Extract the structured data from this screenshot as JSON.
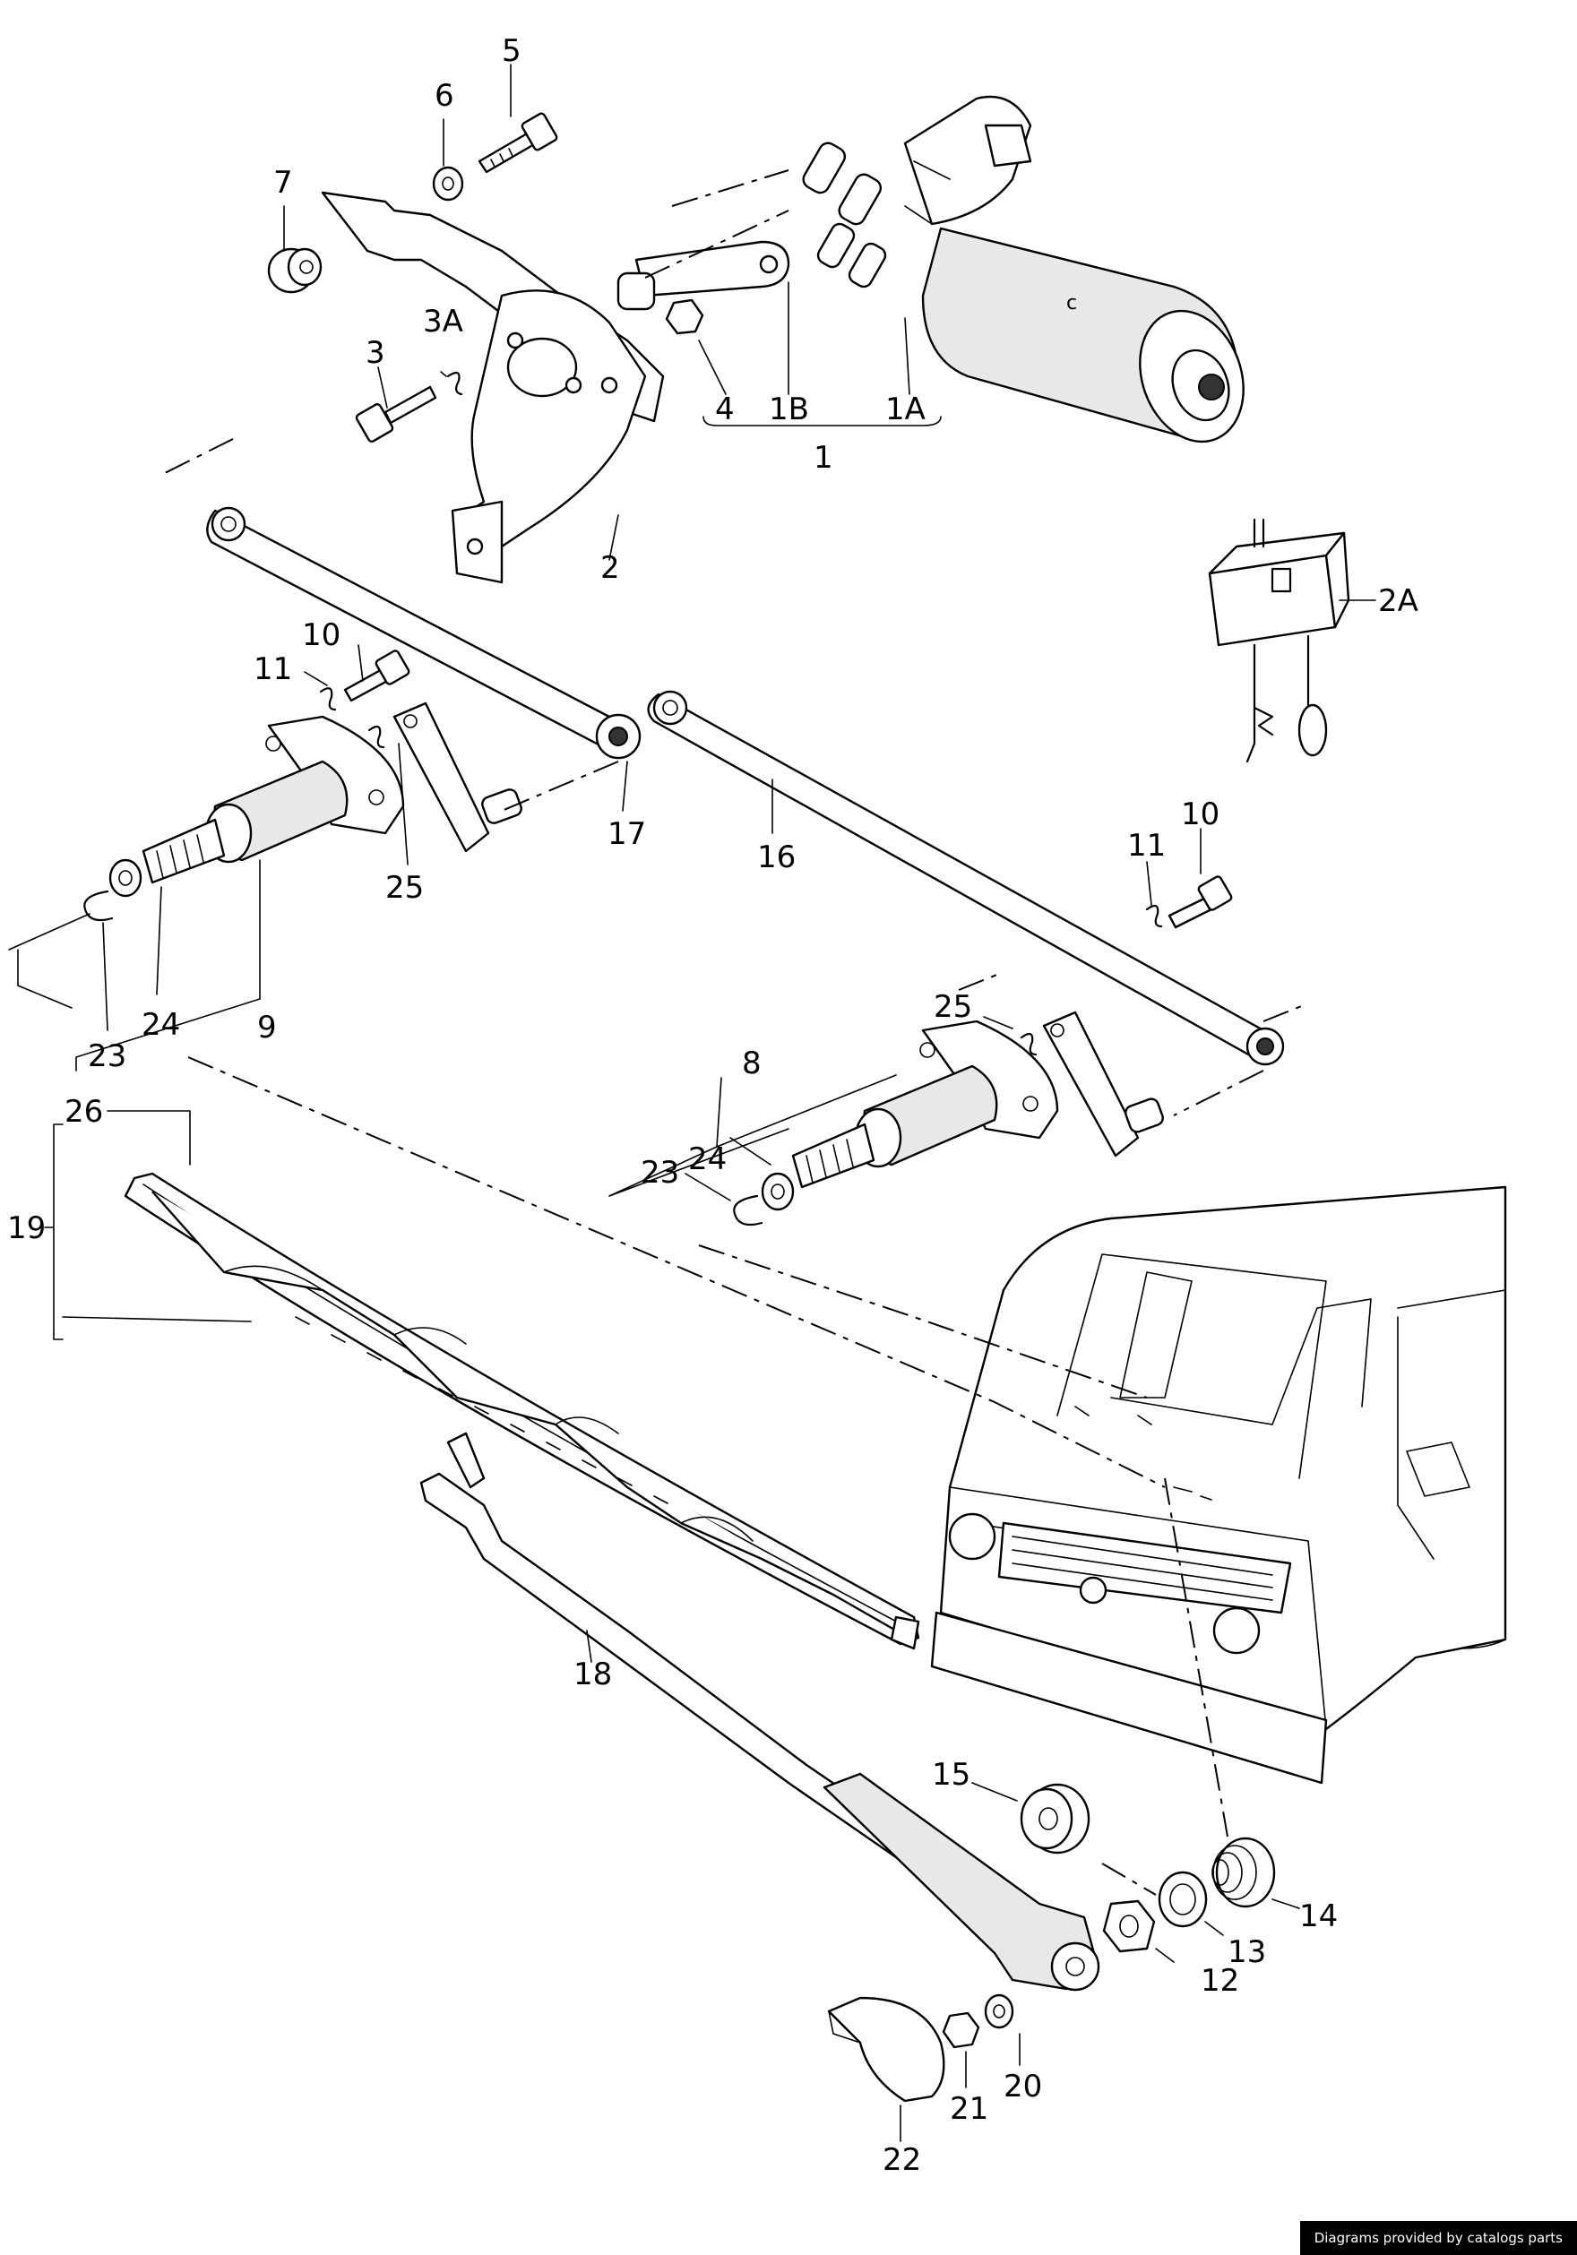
{
  "callouts": [
    {
      "id": "5",
      "text": "5"
    },
    {
      "id": "6",
      "text": "6"
    },
    {
      "id": "7",
      "text": "7"
    },
    {
      "id": "3A",
      "text": "3A"
    },
    {
      "id": "3",
      "text": "3"
    },
    {
      "id": "4",
      "text": "4"
    },
    {
      "id": "1B",
      "text": "1B"
    },
    {
      "id": "1A",
      "text": "1A"
    },
    {
      "id": "1",
      "text": "1"
    },
    {
      "id": "2",
      "text": "2"
    },
    {
      "id": "2A",
      "text": "2A"
    },
    {
      "id": "10a",
      "text": "10"
    },
    {
      "id": "11a",
      "text": "11"
    },
    {
      "id": "17",
      "text": "17"
    },
    {
      "id": "16",
      "text": "16"
    },
    {
      "id": "25a",
      "text": "25"
    },
    {
      "id": "24a",
      "text": "24"
    },
    {
      "id": "23a",
      "text": "23"
    },
    {
      "id": "9",
      "text": "9"
    },
    {
      "id": "10b",
      "text": "10"
    },
    {
      "id": "11b",
      "text": "11"
    },
    {
      "id": "25b",
      "text": "25"
    },
    {
      "id": "8",
      "text": "8"
    },
    {
      "id": "24b",
      "text": "24"
    },
    {
      "id": "23b",
      "text": "23"
    },
    {
      "id": "26",
      "text": "26"
    },
    {
      "id": "19",
      "text": "19"
    },
    {
      "id": "18",
      "text": "18"
    },
    {
      "id": "15",
      "text": "15"
    },
    {
      "id": "14",
      "text": "14"
    },
    {
      "id": "13",
      "text": "13"
    },
    {
      "id": "12",
      "text": "12"
    },
    {
      "id": "20",
      "text": "20"
    },
    {
      "id": "21",
      "text": "21"
    },
    {
      "id": "22",
      "text": "22"
    }
  ],
  "footer": {
    "credit": "Diagrams provided by catalogs parts"
  }
}
